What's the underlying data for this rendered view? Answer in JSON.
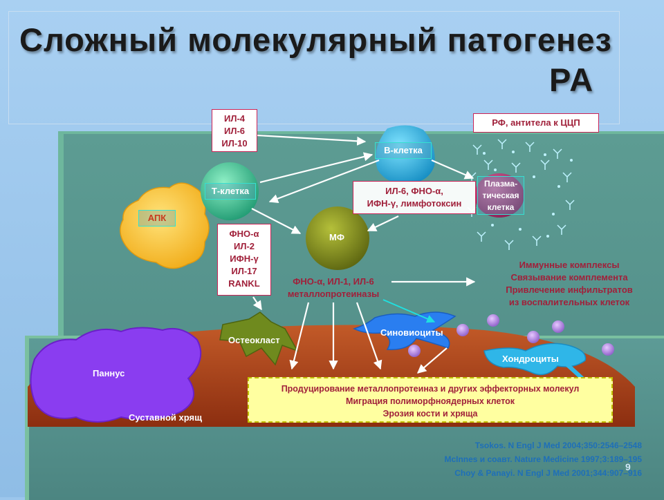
{
  "title": {
    "line1": "Сложный молекулярный патогенез",
    "line2": "РА"
  },
  "cells": {
    "apc": "АПК",
    "t_cell": "Т-клетка",
    "b_cell": "В-клетка",
    "macrophage": "МФ",
    "plasma_cell": [
      "Плазма-",
      "тическая",
      "клетка"
    ],
    "osteoclast": "Остеокласт",
    "synoviocytes": "Синовиоциты",
    "chondrocytes": "Хондроциты",
    "pannus": "Паннус",
    "cartilage": "Суставной хрящ"
  },
  "cytokines": {
    "il_box": [
      "ИЛ-4",
      "ИЛ-6",
      "ИЛ-10"
    ],
    "rf_box": "РФ, антитела к ЦЦП",
    "b_cell_products": [
      "ИЛ-6, ФНО-α,",
      "ИФН-γ, лимфотоксин"
    ],
    "t_cell_products": [
      "ФНО-α",
      "ИЛ-2",
      "ИФН-γ",
      "ИЛ-17",
      "RANKL"
    ],
    "macrophage_products": [
      "ФНО-α, ИЛ-1, ИЛ-6",
      "металлопротеиназы"
    ]
  },
  "effects": [
    "Иммунные комплексы",
    "Связывание комплемента",
    "Привлечение инфильтратов",
    "из воспалительных клеток"
  ],
  "bottom_box": [
    "Продуцирование металлопротеиназ и других эффекторных молекул",
    "Миграция полиморфноядерных клеток",
    "Эрозия кости и хряща"
  ],
  "references": [
    "Tsokos. N Engl J Med 2004;350:2546–2548",
    "McInnes и соавт. Nature Medicine 1997;3:189–195",
    "Choy & Panayi. N Engl J Med 2001;344:907–916"
  ],
  "page_number": "9",
  "colors": {
    "background": "#9cc6ec",
    "panel": "#5d9c93",
    "cartilage": "#b3491f",
    "text_red": "#a0203a",
    "t_cell": "#2fb98f",
    "b_cell": "#2bb6e0",
    "macrophage": "#7f8a1e",
    "apc": "#f5c02a",
    "pannus": "#8a3df0",
    "bottom_box": "#ffffa0"
  }
}
